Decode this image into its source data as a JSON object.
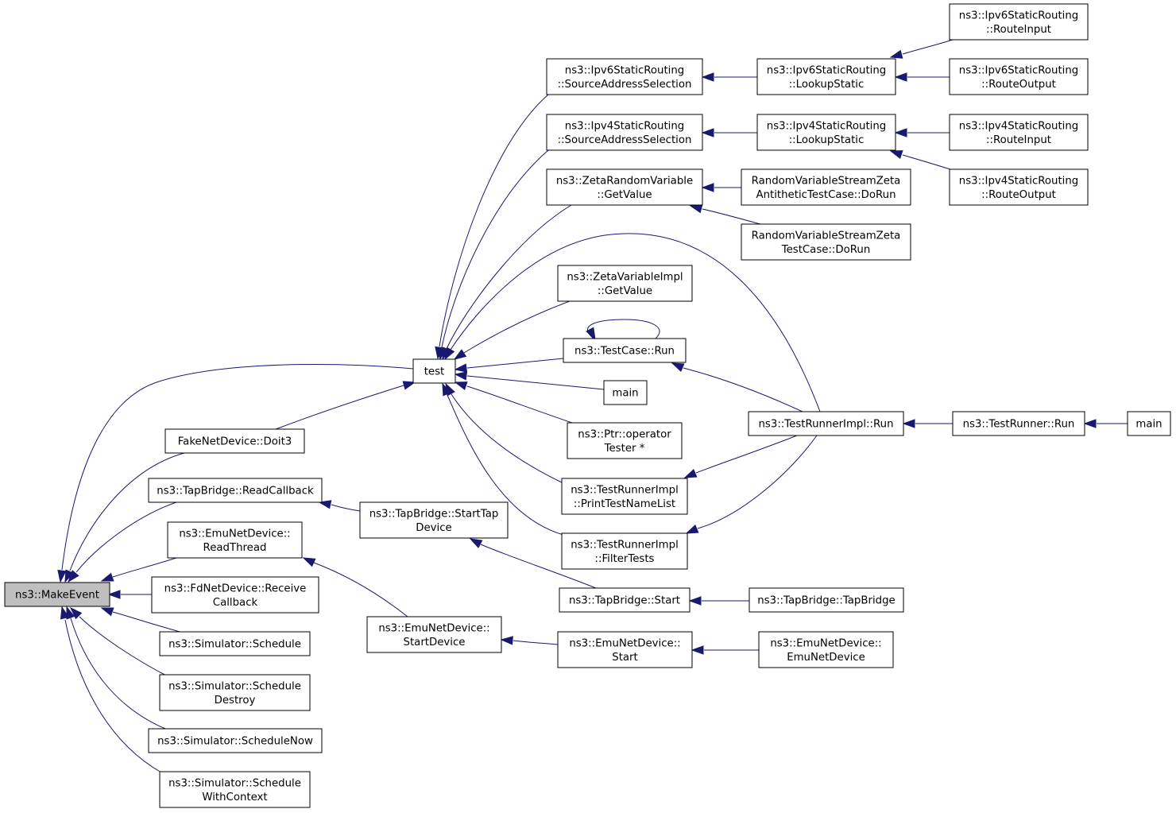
{
  "title": "",
  "colors": {
    "edge": "#191970",
    "root_fill": "#bfbfbf",
    "node_fill": "#ffffff",
    "node_border": "#000000"
  },
  "nodes": [
    {
      "id": "makeevent",
      "lines": [
        "ns3::MakeEvent"
      ],
      "root": true
    },
    {
      "id": "test",
      "lines": [
        "test"
      ]
    },
    {
      "id": "fake_doit3",
      "lines": [
        "FakeNetDevice::Doit3"
      ]
    },
    {
      "id": "tap_readcb",
      "lines": [
        "ns3::TapBridge::ReadCallback"
      ]
    },
    {
      "id": "emu_readthread",
      "lines": [
        "ns3::EmuNetDevice::",
        "ReadThread"
      ]
    },
    {
      "id": "fd_receivecb",
      "lines": [
        "ns3::FdNetDevice::Receive",
        "Callback"
      ]
    },
    {
      "id": "sim_schedule",
      "lines": [
        "ns3::Simulator::Schedule"
      ]
    },
    {
      "id": "sim_sched_destroy",
      "lines": [
        "ns3::Simulator::Schedule",
        "Destroy"
      ]
    },
    {
      "id": "sim_sched_now",
      "lines": [
        "ns3::Simulator::ScheduleNow"
      ]
    },
    {
      "id": "sim_sched_ctx",
      "lines": [
        "ns3::Simulator::Schedule",
        "WithContext"
      ]
    },
    {
      "id": "ipv6_sas",
      "lines": [
        "ns3::Ipv6StaticRouting",
        "::SourceAddressSelection"
      ]
    },
    {
      "id": "ipv4_sas",
      "lines": [
        "ns3::Ipv4StaticRouting",
        "::SourceAddressSelection"
      ]
    },
    {
      "id": "zeta_rv_get",
      "lines": [
        "ns3::ZetaRandomVariable",
        "::GetValue"
      ]
    },
    {
      "id": "zeta_impl_get",
      "lines": [
        "ns3::ZetaVariableImpl",
        "::GetValue"
      ]
    },
    {
      "id": "testcase_run",
      "lines": [
        "ns3::TestCase::Run"
      ]
    },
    {
      "id": "main1",
      "lines": [
        "main"
      ]
    },
    {
      "id": "ptr_tester",
      "lines": [
        "ns3::Ptr::operator",
        "Tester *"
      ]
    },
    {
      "id": "tri_print",
      "lines": [
        "ns3::TestRunnerImpl",
        "::PrintTestNameList"
      ]
    },
    {
      "id": "tri_filter",
      "lines": [
        "ns3::TestRunnerImpl",
        "::FilterTests"
      ]
    },
    {
      "id": "tap_starttap",
      "lines": [
        "ns3::TapBridge::StartTap",
        "Device"
      ]
    },
    {
      "id": "emu_startdev",
      "lines": [
        "ns3::EmuNetDevice::",
        "StartDevice"
      ]
    },
    {
      "id": "tap_start",
      "lines": [
        "ns3::TapBridge::Start"
      ]
    },
    {
      "id": "emu_start",
      "lines": [
        "ns3::EmuNetDevice::",
        "Start"
      ]
    },
    {
      "id": "ipv6_lookup",
      "lines": [
        "ns3::Ipv6StaticRouting",
        "::LookupStatic"
      ]
    },
    {
      "id": "ipv4_lookup",
      "lines": [
        "ns3::Ipv4StaticRouting",
        "::LookupStatic"
      ]
    },
    {
      "id": "rvs_zeta_anti",
      "lines": [
        "RandomVariableStreamZeta",
        "AntitheticTestCase::DoRun"
      ]
    },
    {
      "id": "rvs_zeta",
      "lines": [
        "RandomVariableStreamZeta",
        "TestCase::DoRun"
      ]
    },
    {
      "id": "tri_run",
      "lines": [
        "ns3::TestRunnerImpl::Run"
      ]
    },
    {
      "id": "tap_ctor",
      "lines": [
        "ns3::TapBridge::TapBridge"
      ]
    },
    {
      "id": "emu_ctor",
      "lines": [
        "ns3::EmuNetDevice::",
        "EmuNetDevice"
      ]
    },
    {
      "id": "ipv6_routeinput",
      "lines": [
        "ns3::Ipv6StaticRouting",
        "::RouteInput"
      ]
    },
    {
      "id": "ipv6_routeoutput",
      "lines": [
        "ns3::Ipv6StaticRouting",
        "::RouteOutput"
      ]
    },
    {
      "id": "ipv4_routeinput",
      "lines": [
        "ns3::Ipv4StaticRouting",
        "::RouteInput"
      ]
    },
    {
      "id": "ipv4_routeoutput",
      "lines": [
        "ns3::Ipv4StaticRouting",
        "::RouteOutput"
      ]
    },
    {
      "id": "tr_run",
      "lines": [
        "ns3::TestRunner::Run"
      ]
    },
    {
      "id": "main2",
      "lines": [
        "main"
      ]
    }
  ],
  "edges": [
    {
      "from": "test",
      "to": "makeevent"
    },
    {
      "from": "fake_doit3",
      "to": "makeevent"
    },
    {
      "from": "tap_readcb",
      "to": "makeevent"
    },
    {
      "from": "emu_readthread",
      "to": "makeevent"
    },
    {
      "from": "fd_receivecb",
      "to": "makeevent"
    },
    {
      "from": "sim_schedule",
      "to": "makeevent"
    },
    {
      "from": "sim_sched_destroy",
      "to": "makeevent"
    },
    {
      "from": "sim_sched_now",
      "to": "makeevent"
    },
    {
      "from": "sim_sched_ctx",
      "to": "makeevent"
    },
    {
      "from": "fake_doit3",
      "to": "test"
    },
    {
      "from": "ipv6_sas",
      "to": "test"
    },
    {
      "from": "ipv4_sas",
      "to": "test"
    },
    {
      "from": "zeta_rv_get",
      "to": "test"
    },
    {
      "from": "tri_run",
      "to": "test"
    },
    {
      "from": "zeta_impl_get",
      "to": "test"
    },
    {
      "from": "testcase_run",
      "to": "test"
    },
    {
      "from": "main1",
      "to": "test"
    },
    {
      "from": "ptr_tester",
      "to": "test"
    },
    {
      "from": "tri_print",
      "to": "test"
    },
    {
      "from": "tri_filter",
      "to": "test"
    },
    {
      "from": "tap_starttap",
      "to": "tap_readcb"
    },
    {
      "from": "emu_startdev",
      "to": "emu_readthread"
    },
    {
      "from": "tap_start",
      "to": "tap_starttap"
    },
    {
      "from": "emu_start",
      "to": "emu_startdev"
    },
    {
      "from": "ipv6_lookup",
      "to": "ipv6_sas"
    },
    {
      "from": "ipv4_lookup",
      "to": "ipv4_sas"
    },
    {
      "from": "rvs_zeta_anti",
      "to": "zeta_rv_get"
    },
    {
      "from": "rvs_zeta",
      "to": "zeta_rv_get"
    },
    {
      "from": "testcase_run",
      "to": "testcase_run"
    },
    {
      "from": "tri_run",
      "to": "testcase_run"
    },
    {
      "from": "tri_run",
      "to": "tri_print"
    },
    {
      "from": "tri_run",
      "to": "tri_filter"
    },
    {
      "from": "tap_ctor",
      "to": "tap_start"
    },
    {
      "from": "emu_ctor",
      "to": "emu_start"
    },
    {
      "from": "ipv6_routeinput",
      "to": "ipv6_lookup"
    },
    {
      "from": "ipv6_routeoutput",
      "to": "ipv6_lookup"
    },
    {
      "from": "ipv4_routeinput",
      "to": "ipv4_lookup"
    },
    {
      "from": "ipv4_routeoutput",
      "to": "ipv4_lookup"
    },
    {
      "from": "tr_run",
      "to": "tri_run"
    },
    {
      "from": "main2",
      "to": "tr_run"
    }
  ]
}
